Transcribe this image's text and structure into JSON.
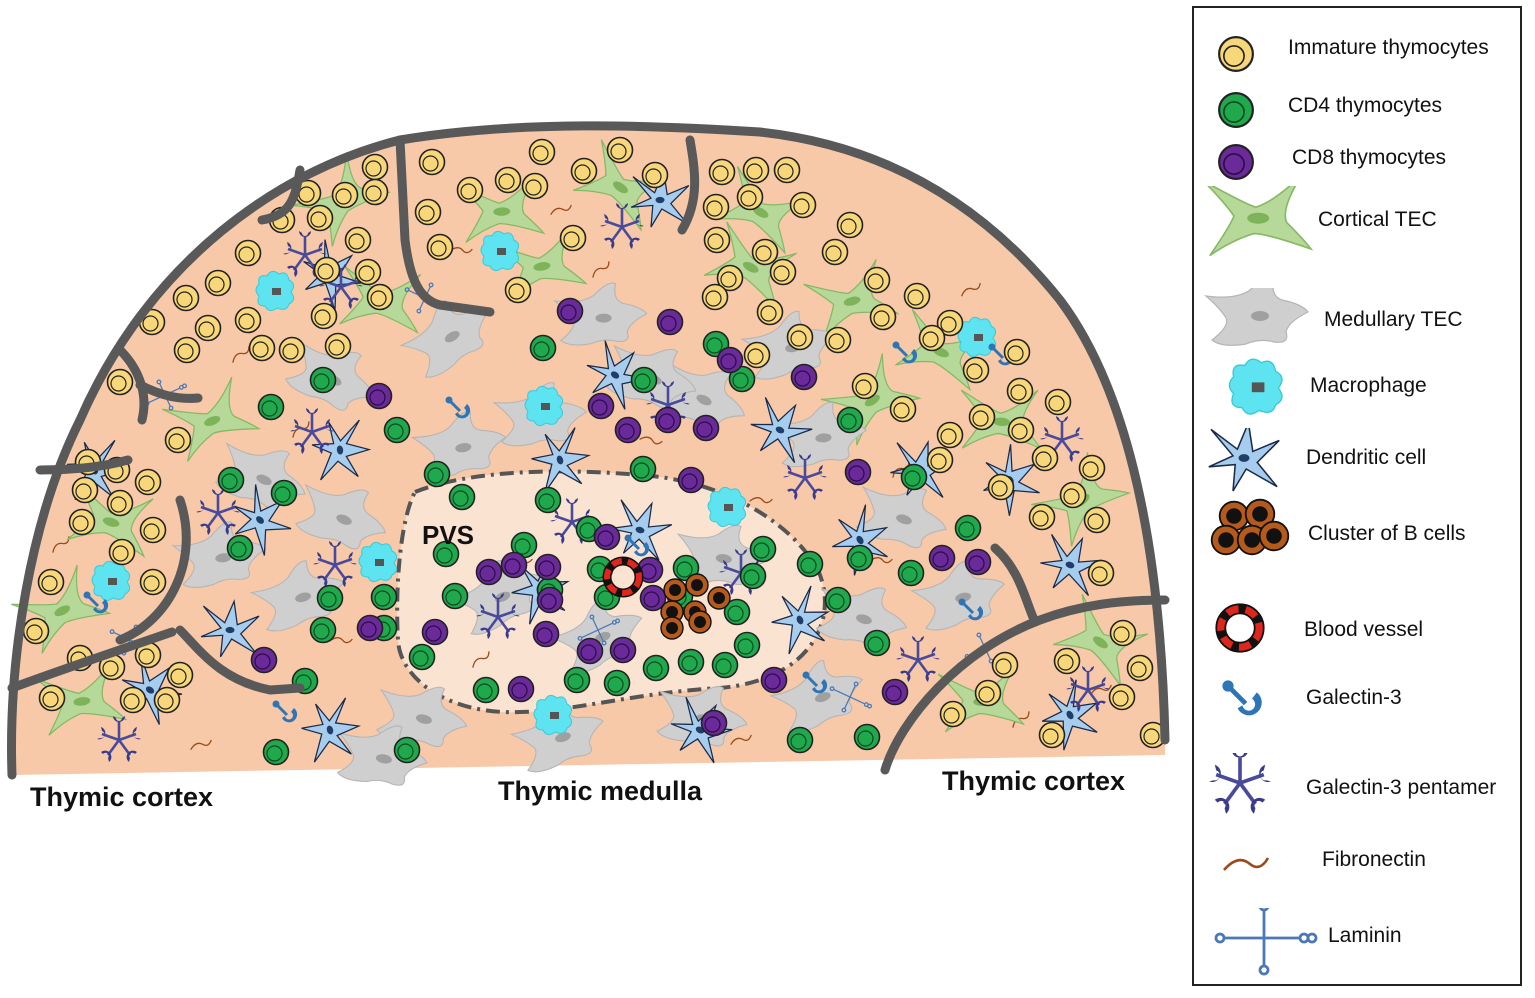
{
  "labels": {
    "pvs": "PVS",
    "cortex_left": "Thymic cortex",
    "medulla": "Thymic medulla",
    "cortex_right": "Thymic cortex"
  },
  "legend": [
    {
      "icon": "immature-thymocyte-icon",
      "label": "Immature thymocytes",
      "color": "#f7d77a"
    },
    {
      "icon": "cd4-thymocyte-icon",
      "label": "CD4 thymocytes",
      "color": "#1fa84c"
    },
    {
      "icon": "cd8-thymocyte-icon",
      "label": "CD8 thymocytes",
      "color": "#6a2a9a"
    },
    {
      "icon": "cortical-tec-icon",
      "label": "Cortical TEC",
      "color": "#a8d08d"
    },
    {
      "icon": "medullary-tec-icon",
      "label": "Medullary TEC",
      "color": "#c8c8c8"
    },
    {
      "icon": "macrophage-icon",
      "label": "Macrophage",
      "color": "#5ee3f0"
    },
    {
      "icon": "dendritic-cell-icon",
      "label": "Dendritic cell",
      "color": "#9cc7ea"
    },
    {
      "icon": "b-cell-cluster-icon",
      "label": "Cluster of  B cells",
      "color": "#b65a1b"
    },
    {
      "icon": "blood-vessel-icon",
      "label": "Blood vessel",
      "color": "#e0251c"
    },
    {
      "icon": "galectin-3-icon",
      "label": "Galectin-3",
      "color": "#2e75b6"
    },
    {
      "icon": "galectin-3-pentamer-icon",
      "label": "Galectin-3 pentamer",
      "color": "#3a3a8c"
    },
    {
      "icon": "fibronectin-icon",
      "label": "Fibronectin",
      "color": "#9c4a1a"
    },
    {
      "icon": "laminin-icon",
      "label": "Laminin",
      "color": "#3f6fb0"
    }
  ],
  "colors": {
    "tissue": "#f7c9a8",
    "pvs_fill": "#fbe3d2",
    "capsule": "#595959"
  }
}
